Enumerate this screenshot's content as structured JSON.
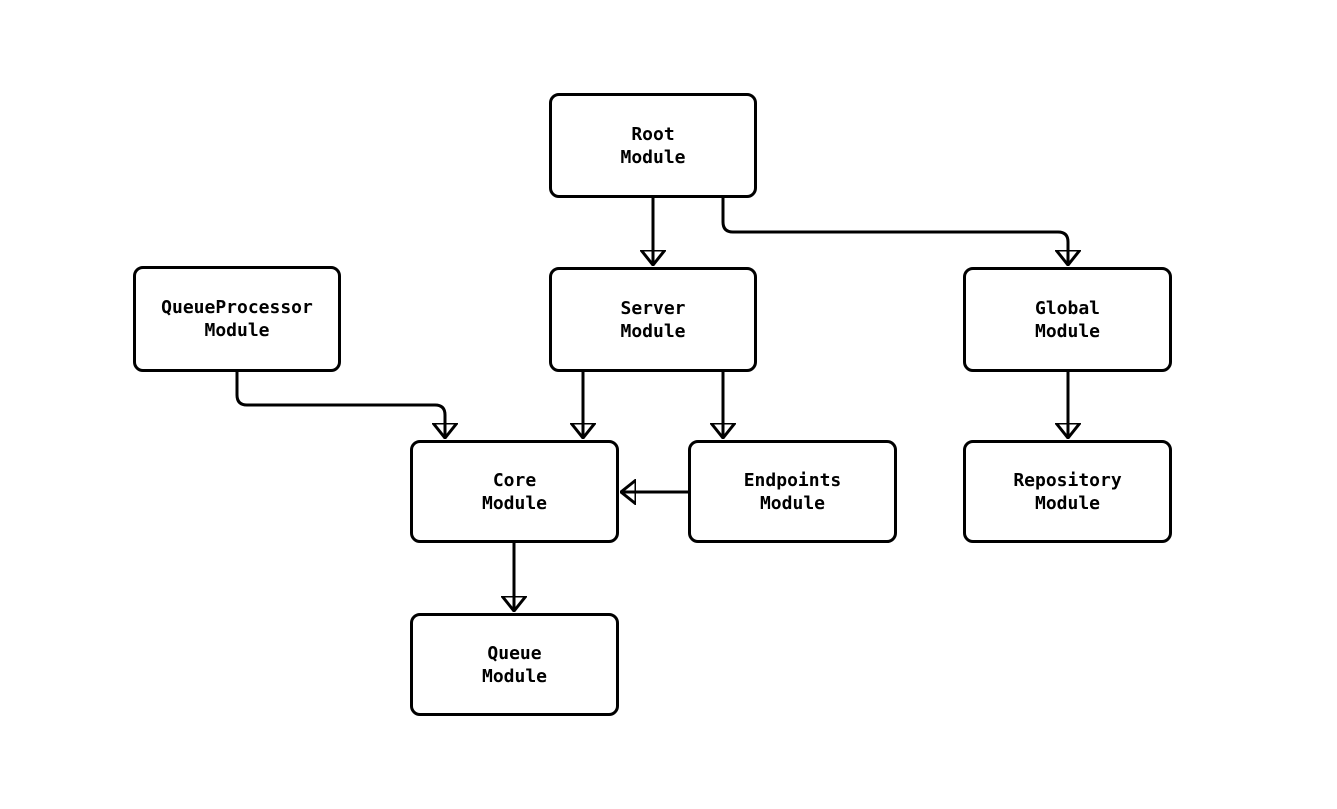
{
  "diagram": {
    "type": "flowchart",
    "background_color": "#ffffff",
    "node_fill": "#ffffff",
    "stroke_color": "#000000",
    "nodes": [
      {
        "id": "root",
        "label": "Root\nModule"
      },
      {
        "id": "queueprocessor",
        "label": "QueueProcessor\nModule"
      },
      {
        "id": "server",
        "label": "Server\nModule"
      },
      {
        "id": "global",
        "label": "Global\nModule"
      },
      {
        "id": "core",
        "label": "Core\nModule"
      },
      {
        "id": "endpoints",
        "label": "Endpoints\nModule"
      },
      {
        "id": "repository",
        "label": "Repository\nModule"
      },
      {
        "id": "queue",
        "label": "Queue\nModule"
      }
    ],
    "edges": [
      {
        "from": "root",
        "to": "server"
      },
      {
        "from": "root",
        "to": "global"
      },
      {
        "from": "queueprocessor",
        "to": "core"
      },
      {
        "from": "server",
        "to": "core"
      },
      {
        "from": "server",
        "to": "endpoints"
      },
      {
        "from": "endpoints",
        "to": "core"
      },
      {
        "from": "global",
        "to": "repository"
      },
      {
        "from": "core",
        "to": "queue"
      }
    ]
  }
}
